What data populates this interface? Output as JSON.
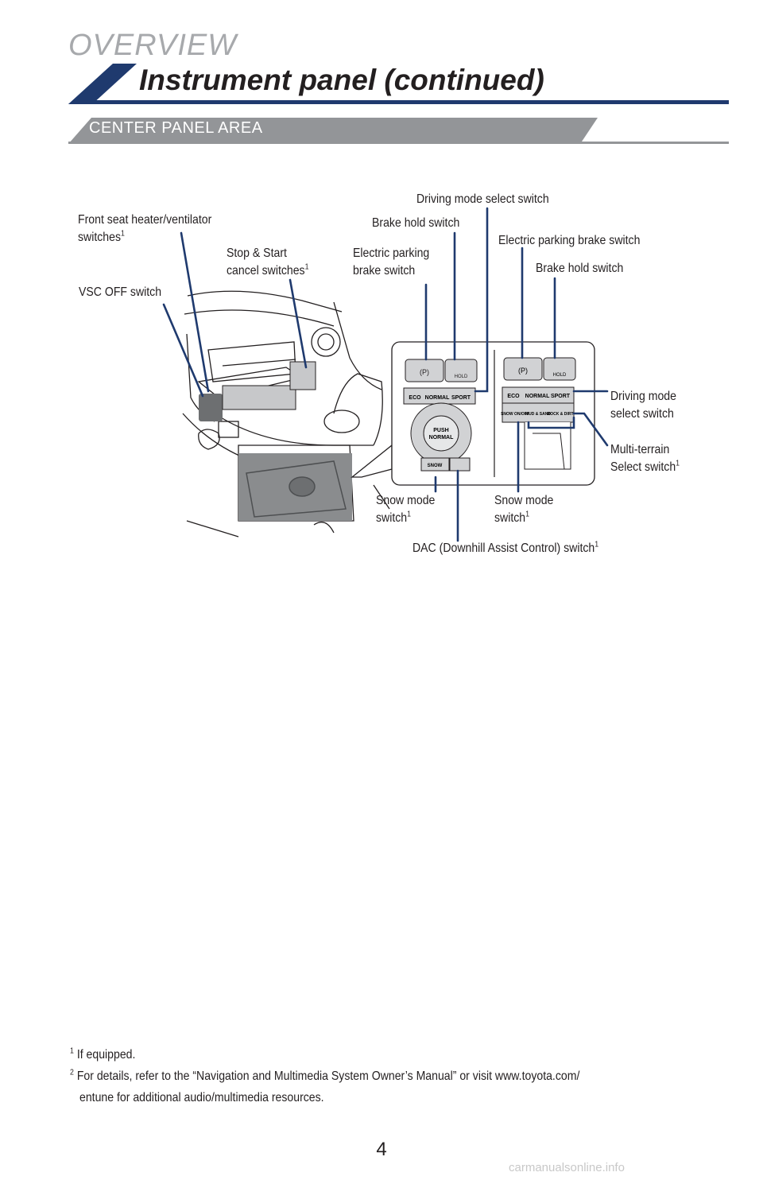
{
  "header": {
    "overview": "OVERVIEW",
    "title": "Instrument panel (continued)",
    "section": "CENTER PANEL AREA"
  },
  "callouts": {
    "front_seat_heater": "Front seat heater/ventilator",
    "front_seat_heater_2": "switches",
    "stop_start": "Stop & Start",
    "stop_start_2": "cancel switches",
    "vsc_off": "VSC OFF switch",
    "epb_left": "Electric parking",
    "epb_left_2": "brake switch",
    "brake_hold_left": "Brake hold switch",
    "drive_mode_top": "Driving mode select switch",
    "epb_right": "Electric parking brake switch",
    "brake_hold_right": "Brake hold switch",
    "drive_mode_right": "Driving mode",
    "drive_mode_right_2": "select switch",
    "multi_terrain": "Multi-terrain",
    "multi_terrain_2": "Select switch",
    "snow_left": "Snow mode",
    "snow_left_2": "switch",
    "snow_right": "Snow mode",
    "snow_right_2": "switch",
    "dac": "DAC (Downhill Assist Control) switch",
    "sup": "1"
  },
  "panel_buttons": {
    "eco": "ECO",
    "normal": "NORMAL",
    "sport": "SPORT",
    "snow": "SNOW",
    "push": "PUSH",
    "normal2": "NORMAL",
    "mud": "MUD & SAND",
    "rock": "ROCK & DIRT",
    "hold": "HOLD",
    "snow_onoff": "SNOW ON/OFF"
  },
  "footnotes": {
    "n1_mark": "1",
    "n1": "If equipped.",
    "n2_mark": "2",
    "n2": "For details, refer to the “Navigation and Multimedia System Owner’s Manual” or visit www.toyota.com/",
    "n2_cont": "entune for additional audio/multimedia resources."
  },
  "page_number": "4",
  "watermark": "carmanualsonline.info",
  "colors": {
    "accent_blue": "#1f3a6e",
    "band_gray": "#939598",
    "callout_line": "#1f3a6e"
  }
}
